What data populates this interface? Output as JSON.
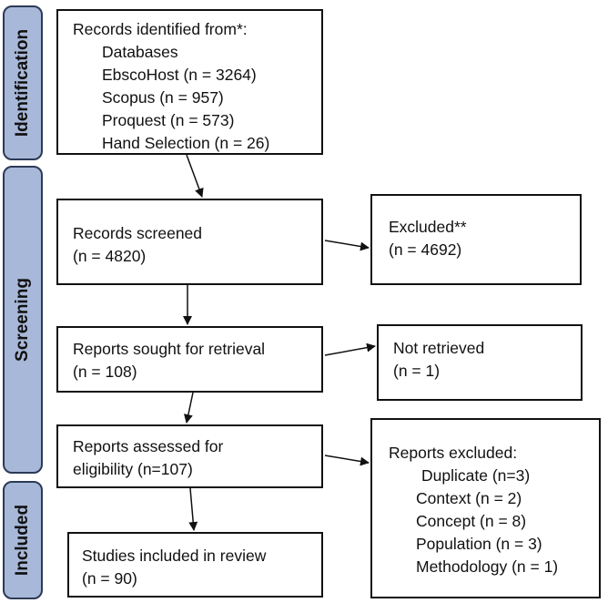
{
  "phases": {
    "identification": "Identification",
    "screening": "Screening",
    "included": "Included"
  },
  "boxes": {
    "identified": {
      "title": "Records identified from*:",
      "items": [
        "Databases",
        "EbscoHost (n = 3264)",
        "Scopus (n = 957)",
        "Proquest (n = 573)",
        "Hand Selection (n = 26)"
      ]
    },
    "screened": {
      "lines": [
        "Records screened",
        "(n = 4820)"
      ]
    },
    "excluded": {
      "lines": [
        "Excluded**",
        "(n = 4692)"
      ]
    },
    "sought": {
      "lines": [
        "Reports sought for retrieval",
        "(n = 108)"
      ]
    },
    "not_retrieved": {
      "lines": [
        "Not retrieved",
        "(n = 1)"
      ]
    },
    "assessed": {
      "lines": [
        "Reports assessed for",
        "eligibility (n=107)"
      ]
    },
    "reports_excluded": {
      "title": "Reports excluded:",
      "items": [
        "Duplicate (n=3)",
        "Context (n = 2)",
        "Concept (n = 8)",
        "Population (n = 3)",
        "Methodology (n = 1)"
      ]
    },
    "included": {
      "lines": [
        "Studies included in review",
        "(n = 90)"
      ]
    }
  }
}
